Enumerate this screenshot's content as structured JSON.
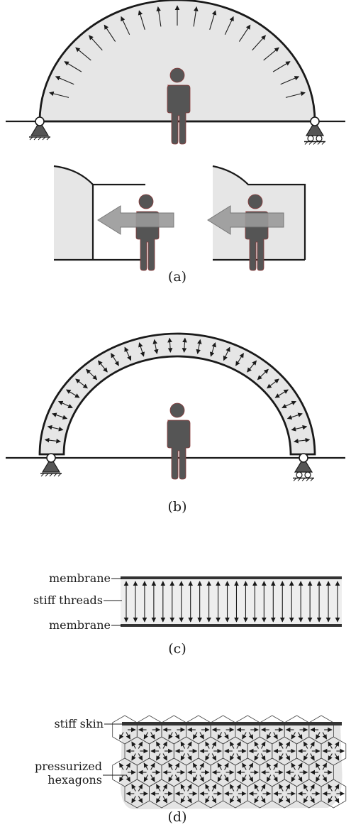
{
  "captions": {
    "a": "(a)",
    "b": "(b)",
    "c": "(c)",
    "d": "(d)"
  },
  "labels_c": {
    "membrane_top": "membrane",
    "stiff_threads": "stiff threads",
    "membrane_bottom": "membrane"
  },
  "labels_d": {
    "stiff_skin": "stiff skin",
    "pressurized_line1": "pressurized",
    "pressurized_line2": "hexagons"
  },
  "colors": {
    "fill_light": "#e6e6e6",
    "person": "#555555",
    "big_arrow": "#9a9a9a",
    "ink": "#1a1a1a"
  }
}
